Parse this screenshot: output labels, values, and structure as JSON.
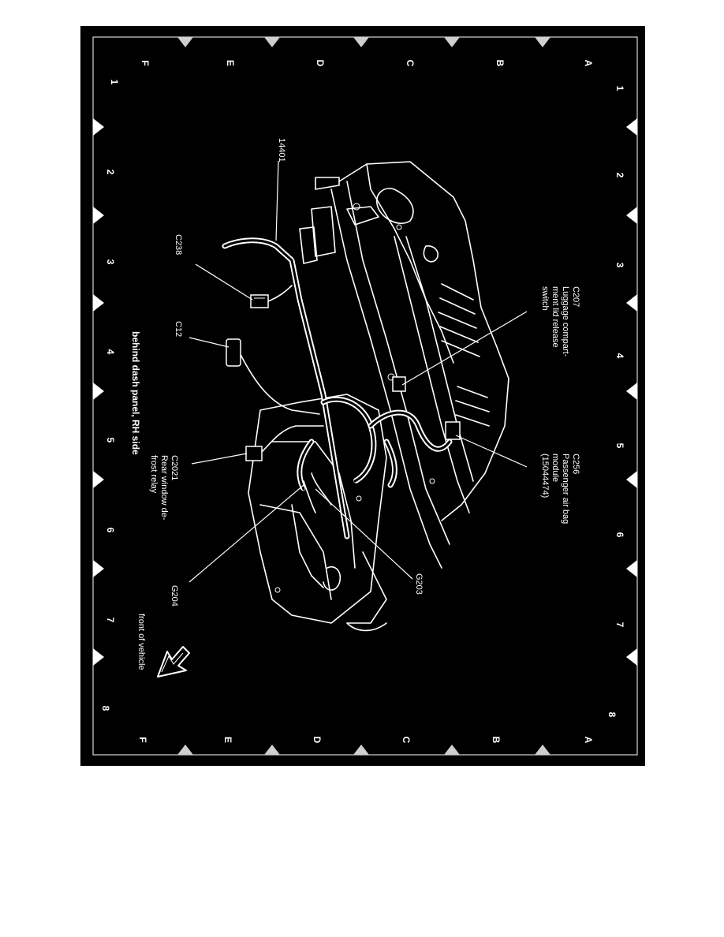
{
  "callouts": {
    "c207": {
      "code": "C207",
      "desc_1": "Luggage compart-",
      "desc_2": "ment lid release",
      "desc_3": "switch"
    },
    "c256": {
      "code": "C256",
      "desc_1": "Passenger air bag",
      "desc_2": "module",
      "desc_3": "(15044474)"
    },
    "c2021": {
      "code": "C2021",
      "desc_1": "Rear window de-",
      "desc_2": "frost relay"
    },
    "c238": "C238",
    "c12": "C12",
    "g203": "G203",
    "g204": "G204",
    "harness_14401": "14401"
  },
  "captions": {
    "view": "behind dash panel, RH side",
    "front": "front of vehicle"
  },
  "grid": {
    "rows": [
      "A",
      "B",
      "C",
      "D",
      "E",
      "F"
    ],
    "cols": [
      "1",
      "2",
      "3",
      "4",
      "5",
      "6",
      "7",
      "8"
    ]
  },
  "colors": {
    "background": "#000000",
    "linework": "#ffffff",
    "page": "#ffffff"
  }
}
